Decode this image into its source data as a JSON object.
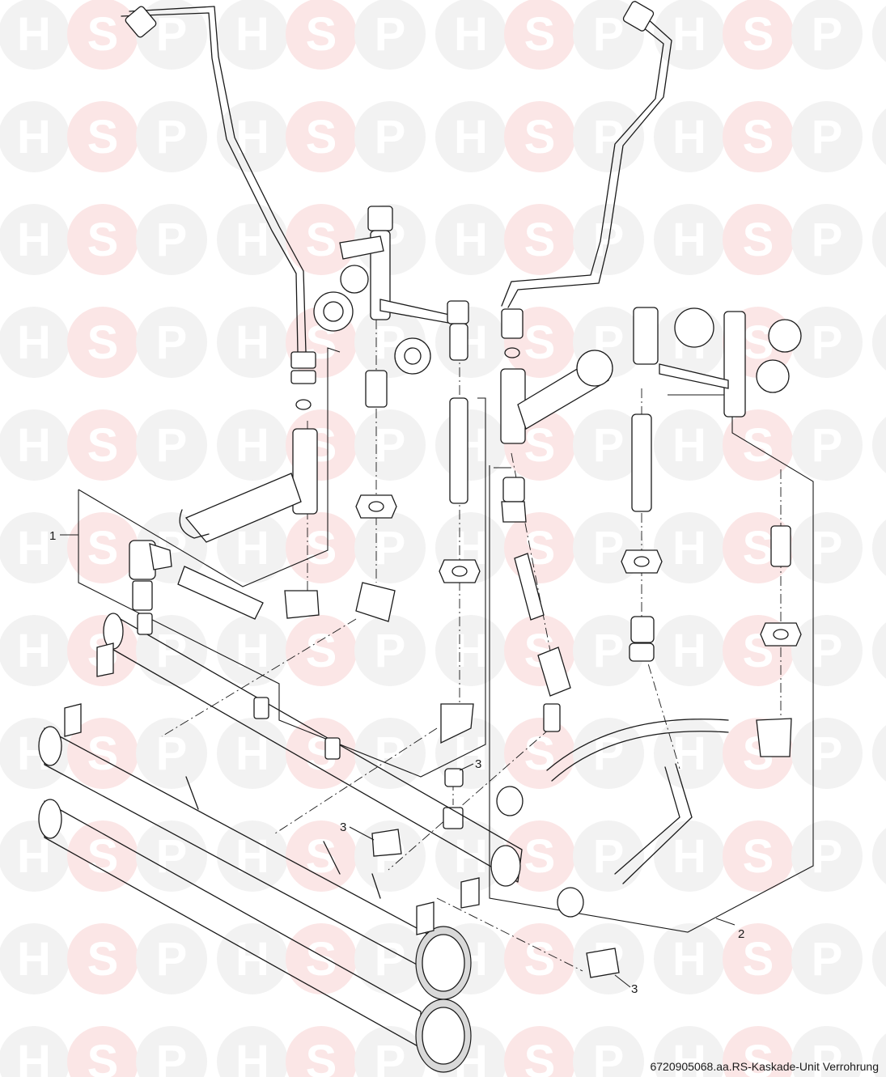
{
  "watermark": {
    "letters": [
      "H",
      "S",
      "P"
    ]
  },
  "callouts": {
    "item_1": "1",
    "item_2": "2",
    "item_3a": "3",
    "item_3b": "3",
    "item_3c": "3"
  },
  "caption": "6720905068.aa.RS-Kaskade-Unit Verrohrung",
  "colors": {
    "watermark_grey": "#f2f2f2",
    "watermark_red": "#fbe6e6",
    "line": "#1a1a1a"
  }
}
